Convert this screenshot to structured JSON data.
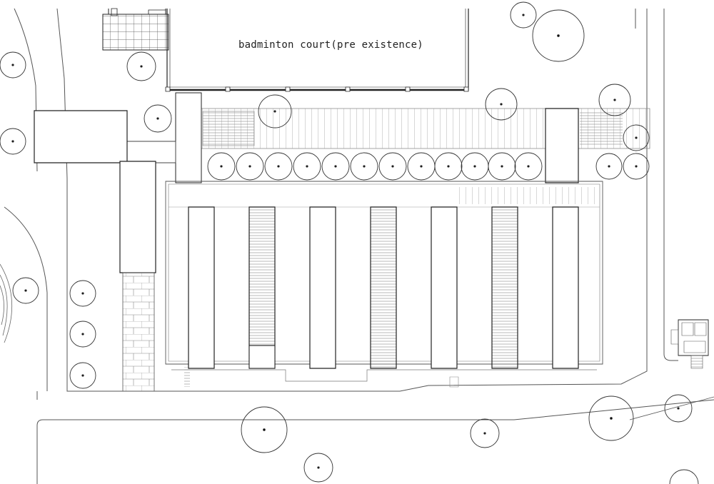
{
  "drawing": {
    "court_label": "badminton court(pre existence)"
  },
  "colors": {
    "line": "#222222",
    "thin_line": "#555555",
    "hatch": "#9a9a9a"
  },
  "tree_icon": "circle-with-center-dot",
  "pavilion_count": 7,
  "row_tree_count": 12
}
